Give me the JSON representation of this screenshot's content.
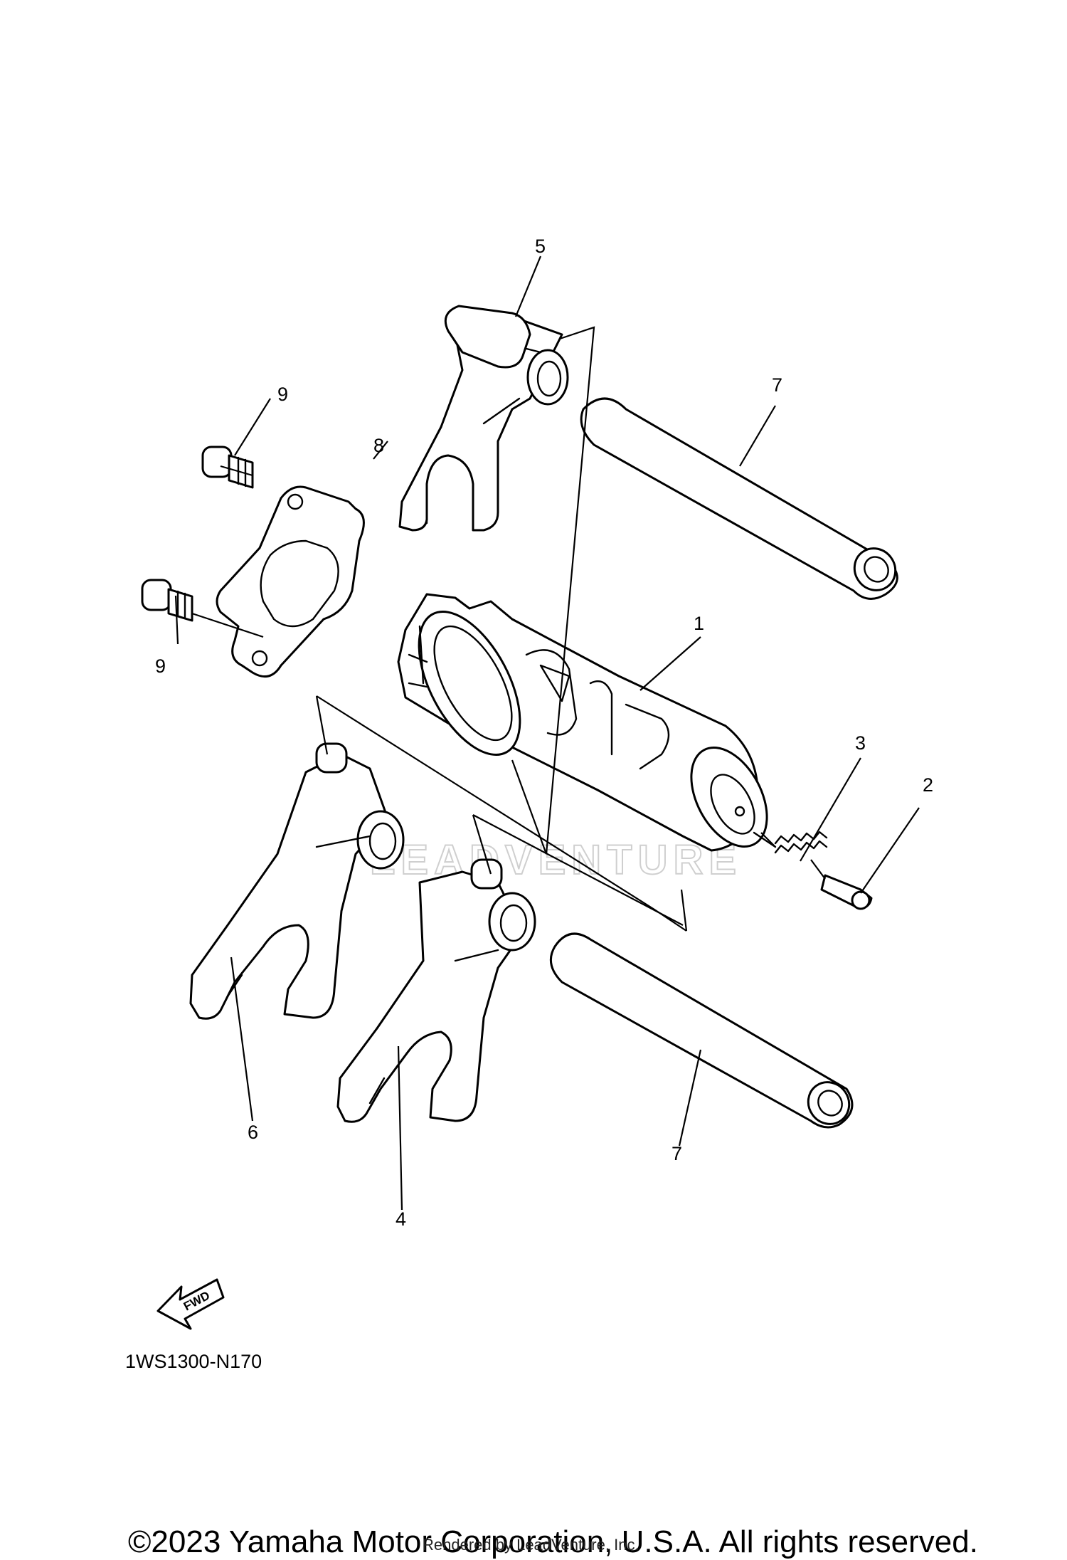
{
  "diagram": {
    "code": "1WS1300-N170",
    "fwd_label": "FWD",
    "watermark_text": "LEADVENTURE",
    "copyright": "©2023 Yamaha Motor Corporation, U.S.A. All rights reserved.",
    "rendered_by": "Rendered by LeadVenture, Inc."
  },
  "callouts": [
    {
      "id": "1",
      "label": "1"
    },
    {
      "id": "2",
      "label": "2"
    },
    {
      "id": "3",
      "label": "3"
    },
    {
      "id": "4",
      "label": "4"
    },
    {
      "id": "5",
      "label": "5"
    },
    {
      "id": "6",
      "label": "6"
    },
    {
      "id": "7a",
      "label": "7"
    },
    {
      "id": "7b",
      "label": "7"
    },
    {
      "id": "8",
      "label": "8"
    },
    {
      "id": "9a",
      "label": "9"
    },
    {
      "id": "9b",
      "label": "9"
    }
  ],
  "colors": {
    "line": "#000000",
    "watermark": "#cfcfcf",
    "background": "#ffffff"
  }
}
